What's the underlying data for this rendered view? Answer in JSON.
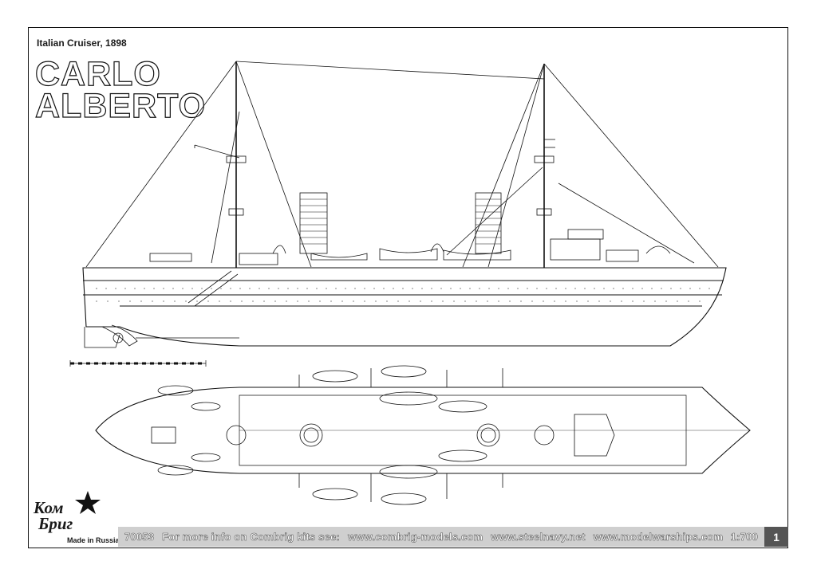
{
  "header": {
    "subtitle": "Italian Cruiser, 1898",
    "title_line1": "CARLO",
    "title_line2": "ALBERTO"
  },
  "logo": {
    "name_line1": "Ком",
    "name_line2": "Бриг",
    "made_in": "Made in Russia",
    "icon": "star-icon"
  },
  "footer": {
    "kit_number": "70053",
    "info_text": "For more info on Combrig kits see:",
    "site1": "www.combrig-models.com",
    "site2": "www.steelnavy.net",
    "site3": "www.modelwarships.com",
    "scale": "1:700",
    "page_number": "1"
  },
  "colors": {
    "line": "#111111",
    "footer_bar": "#cfcfcf",
    "page_box": "#555555"
  }
}
